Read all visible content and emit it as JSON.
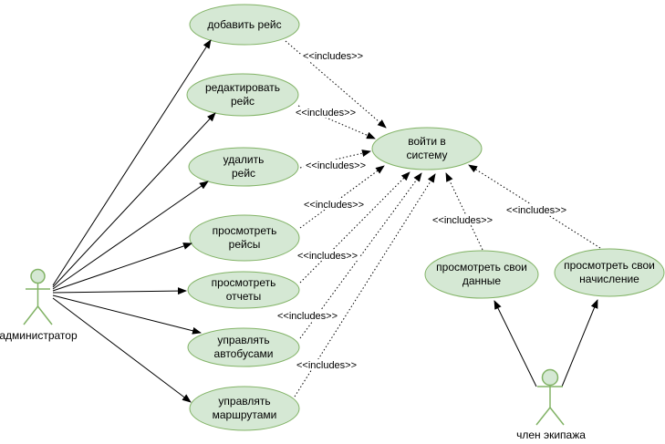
{
  "diagram": {
    "kind": "UML use case diagram",
    "background": "#ffffff"
  },
  "colors": {
    "node_fill": "#d5e8d4",
    "node_stroke": "#82b366",
    "edge": "#000000",
    "text": "#000000"
  },
  "labels": {
    "include": "<<includes>>"
  },
  "actors": [
    {
      "id": "administrator",
      "label": "администратор"
    },
    {
      "id": "crew-member",
      "label": "член экипажа"
    }
  ],
  "use_cases": [
    {
      "id": "add-flight",
      "label": "добавить рейс",
      "line1": "добавить рейс",
      "line2": ""
    },
    {
      "id": "edit-flight",
      "label": "редактировать рейс",
      "line1": "редактировать",
      "line2": "рейс"
    },
    {
      "id": "delete-flight",
      "label": "удалить рейс",
      "line1": "удалить",
      "line2": "рейс"
    },
    {
      "id": "view-flights",
      "label": "просмотреть рейсы",
      "line1": "просмотреть",
      "line2": "рейсы"
    },
    {
      "id": "view-reports",
      "label": "просмотреть отчеты",
      "line1": "просмотреть",
      "line2": "отчеты"
    },
    {
      "id": "manage-buses",
      "label": "управлять автобусами",
      "line1": "управлять",
      "line2": "автобусами"
    },
    {
      "id": "manage-routes",
      "label": "управлять маршрутами",
      "line1": "управлять",
      "line2": "маршрутами"
    },
    {
      "id": "login",
      "label": "войти в систему",
      "line1": "войти в",
      "line2": "систему"
    },
    {
      "id": "view-own-data",
      "label": "просмотреть свои данные",
      "line1": "просмотреть свои",
      "line2": "данные"
    },
    {
      "id": "view-own-payroll",
      "label": "просмотреть свои начисление",
      "line1": "просмотреть свои",
      "line2": "начисление"
    }
  ]
}
